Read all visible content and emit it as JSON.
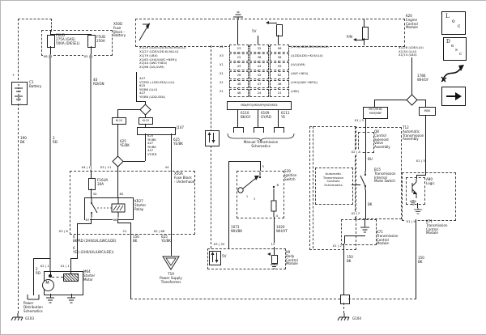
{
  "power": {
    "battery_name": "C1\nBattery",
    "plus": "+",
    "minus": "-",
    "w190": "190\nBK",
    "w2rd": "2\nRD",
    "w2rd_b": "2\nRD",
    "w40": "40\nRD/GN",
    "g103": "G103",
    "g104": "G104",
    "pds": "Power\nDistribution\nSchematics"
  },
  "fuseblock_batt": {
    "title": "X50D\nFuse\nBlock -\nBattery",
    "f8ud": "F8UD\n275A (GAS)\n500A (DIESEL)",
    "f5ud": "F5UD\n250A",
    "x8": "X8 | 1",
    "x5": "X5 | 1"
  },
  "ecm": {
    "title": "K20\nEngine\nControl\nModule",
    "five_v": "5V",
    "pn": "P/N",
    "pins_left": "X1|29 (LDE/LDD-KL9/2H0/LLU)\nX1|27 (LDE/LDD-KL9/LLU)\nX1|79 (LBX)\nX1|63 (LHU/(LWC+NE9))\nX1|44 (LWC+NE4)\nX1|66 (LVL/LVM)",
    "wires_left": "447\nVT/RD (-LDD-SEA/-LLU)\n625\nYE/BK (LLU)\n447\nYE/BK (LDD-SEA)",
    "pins_right": "X1|26 (LDE/LLU)\nX1|34 (LLU)\nX1|74 (LBX)",
    "w1786": "1786\nWH/GY"
  },
  "grid": {
    "rows": [
      {
        "x": "X1",
        "c1": "23",
        "c2": "32",
        "c3": "56",
        "rpo": "(2H9/(LDD/LDE)-KL9/LLU)"
      },
      {
        "x": "X3",
        "c1": "22",
        "c2": "38",
        "c3": "58",
        "rpo": "((LDD/LDE)+KL9/LLU)"
      },
      {
        "x": "X1",
        "c1": "43",
        "c2": "44",
        "c3": "59",
        "rpo": "(LVL/LVM)"
      },
      {
        "x": "X1",
        "c1": "26",
        "c2": "42",
        "c3": "62",
        "rpo": "(LWC+NE4)"
      },
      {
        "x": "X1",
        "c1": "48",
        "c2": "47",
        "c3": "48",
        "rpo": "(LHU/(LWC+NE9))"
      },
      {
        "x": "X1",
        "c1": "46",
        "c2": "24",
        "c3": "15",
        "rpo": "(LBX)"
      }
    ]
  },
  "kl": {
    "left": "KL15",
    "right": "KL15",
    "j147": "J147",
    "w625_left": "625\nYE/BK",
    "stack": "625\nYE/BK\n447\nYE/BK\n447\nVT/RD",
    "w625_right": "625\nYE/BK"
  },
  "manual": {
    "rpo_box": "MD6/MTQ/MD9/MYJ/MZ9/MZ4",
    "w6110": "6110\nBK/GY",
    "w6109": "6109\nGY/RD",
    "w6111": "6111\nYE",
    "label": "Manual Transmission\nSchematics"
  },
  "ignition": {
    "title": "S39\nIgnition\nSwitch",
    "p5": "5",
    "p4": "4",
    "pb": "B",
    "p1": "1",
    "p3": "3",
    "w1073": "1073\nWH/BK",
    "w1020": "1020\nWH/VT"
  },
  "bcm": {
    "title": "K9\nBody\nControl\nModule",
    "x32": "X3 | 32",
    "p15": "15",
    "five_v": "5V"
  },
  "atcs": {
    "label": "Automatic\nTransmission\nControls\nSchematics"
  },
  "t12": {
    "title": "T12\nAutomatic\nTransmission\nAssembly",
    "q8": "Q8\nControl\nSolenoid\nValve\nAssembly",
    "x13": "X1 | 3",
    "x2a": "X2 | A",
    "bu": "BU",
    "b15": "B15\nTransmission\nInternal\nMode Switch",
    "bk": "BK",
    "x2f": "X2 | F"
  },
  "mt_boxes": {
    "mht": "MHT/MH8/\nMH9/MNP",
    "mdk": "MDK"
  },
  "tcm": {
    "left_title": "K71\nTransmission\nControl\nModule",
    "right_title": "K71\nTransmission\nControl\nModule",
    "a80": "A80\nLogic",
    "x12": "X1 | 2",
    "x15": "X1 | 5",
    "x19": "X1 | 9",
    "w150_left": "150\nBK",
    "w150_right": "150\nBK"
  },
  "underhood": {
    "title": "X50A\nFuse Block\n- Underhood",
    "f16ua": "F16UA\n30A",
    "relay": "KR27\nStarter\nRelay",
    "p30": "30",
    "p85": "85",
    "p87": "87",
    "p86": "86",
    "x41": "X4 | 1",
    "x311": "X3 | 11",
    "p44": "44",
    "x36": "X3 | 6",
    "p21": "21",
    "x268": "X2 | 68",
    "w150": "150\nBK",
    "w6a": "6\nBK/RD (2H0/LVL/LWC/LDE)",
    "w6b": "6\nYE (-(2H0/LVL/LWC/LDE))",
    "w625_t19": "625\nYE/BK"
  },
  "t19": {
    "title": "T19\nPower Supply\nTransformer"
  },
  "starter": {
    "title": "M64\nStarter\nMotor",
    "x21": "X2 | 1",
    "x11": "X1 | 1",
    "m": "M"
  },
  "icons": {
    "loc": [
      "L",
      "o",
      "c"
    ],
    "desc": [
      "D",
      "e",
      "s",
      "c"
    ]
  }
}
